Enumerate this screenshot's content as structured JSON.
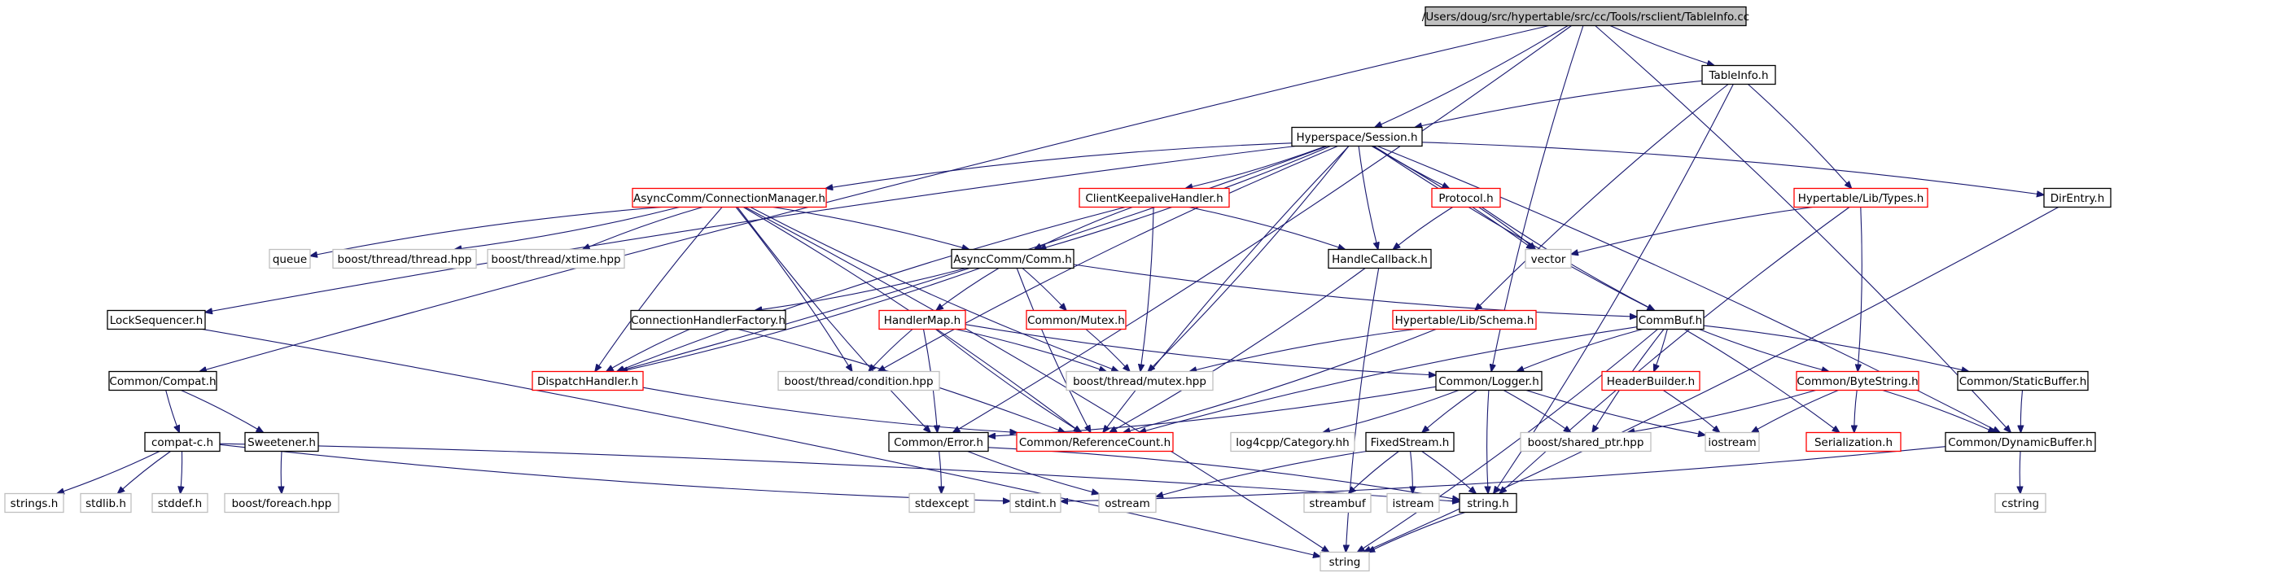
{
  "diagram": {
    "root_node": "tableinfo-cc",
    "colors": {
      "edge": "#191970",
      "root_fill": "#bfbfbf",
      "default_border": "#000000",
      "external_border": "#bfbfbf",
      "truncated_border": "#ff0000",
      "text": "#000000"
    },
    "nodes": [
      {
        "id": "tableinfo-cc",
        "label": "/Users/doug/src/hypertable/src/cc/Tools/rsclient/TableInfo.cc",
        "style": "root"
      },
      {
        "id": "tableinfo-h",
        "label": "TableInfo.h",
        "style": "default"
      },
      {
        "id": "hyperspace-session-h",
        "label": "Hyperspace/Session.h",
        "style": "default"
      },
      {
        "id": "hypertable-lib-types-h",
        "label": "Hypertable/Lib/Types.h",
        "style": "truncated"
      },
      {
        "id": "direntry-h",
        "label": "DirEntry.h",
        "style": "default"
      },
      {
        "id": "asynccomm-connectionmanager-h",
        "label": "AsyncComm/ConnectionManager.h",
        "style": "truncated"
      },
      {
        "id": "clientkeepalivehandler-h",
        "label": "ClientKeepaliveHandler.h",
        "style": "truncated"
      },
      {
        "id": "protocol-h",
        "label": "Protocol.h",
        "style": "truncated"
      },
      {
        "id": "queue",
        "label": "queue",
        "style": "external"
      },
      {
        "id": "boost-thread-thread-hpp",
        "label": "boost/thread/thread.hpp",
        "style": "external"
      },
      {
        "id": "boost-thread-xtime-hpp",
        "label": "boost/thread/xtime.hpp",
        "style": "external"
      },
      {
        "id": "asynccomm-comm-h",
        "label": "AsyncComm/Comm.h",
        "style": "default"
      },
      {
        "id": "handlecallback-h",
        "label": "HandleCallback.h",
        "style": "default"
      },
      {
        "id": "vector",
        "label": "vector",
        "style": "external"
      },
      {
        "id": "locksequencer-h",
        "label": "LockSequencer.h",
        "style": "default"
      },
      {
        "id": "connectionhandlerfactory-h",
        "label": "ConnectionHandlerFactory.h",
        "style": "default"
      },
      {
        "id": "handlermap-h",
        "label": "HandlerMap.h",
        "style": "truncated"
      },
      {
        "id": "common-mutex-h",
        "label": "Common/Mutex.h",
        "style": "truncated"
      },
      {
        "id": "hypertable-lib-schema-h",
        "label": "Hypertable/Lib/Schema.h",
        "style": "truncated"
      },
      {
        "id": "commbuf-h",
        "label": "CommBuf.h",
        "style": "default"
      },
      {
        "id": "common-compat-h",
        "label": "Common/Compat.h",
        "style": "default"
      },
      {
        "id": "dispatchhandler-h",
        "label": "DispatchHandler.h",
        "style": "truncated"
      },
      {
        "id": "boost-thread-condition-hpp",
        "label": "boost/thread/condition.hpp",
        "style": "external"
      },
      {
        "id": "boost-thread-mutex-hpp",
        "label": "boost/thread/mutex.hpp",
        "style": "external"
      },
      {
        "id": "common-logger-h",
        "label": "Common/Logger.h",
        "style": "default"
      },
      {
        "id": "headerbuilder-h",
        "label": "HeaderBuilder.h",
        "style": "truncated"
      },
      {
        "id": "common-bytestring-h",
        "label": "Common/ByteString.h",
        "style": "truncated"
      },
      {
        "id": "common-staticbuffer-h",
        "label": "Common/StaticBuffer.h",
        "style": "default"
      },
      {
        "id": "compat-c-h",
        "label": "compat-c.h",
        "style": "default"
      },
      {
        "id": "sweetener-h",
        "label": "Sweetener.h",
        "style": "default"
      },
      {
        "id": "common-error-h",
        "label": "Common/Error.h",
        "style": "default"
      },
      {
        "id": "common-referencecount-h",
        "label": "Common/ReferenceCount.h",
        "style": "truncated"
      },
      {
        "id": "log4cpp-category-hh",
        "label": "log4cpp/Category.hh",
        "style": "external"
      },
      {
        "id": "fixedstream-h",
        "label": "FixedStream.h",
        "style": "default"
      },
      {
        "id": "boost-shared-ptr-hpp",
        "label": "boost/shared_ptr.hpp",
        "style": "external"
      },
      {
        "id": "iostream",
        "label": "iostream",
        "style": "external"
      },
      {
        "id": "serialization-h",
        "label": "Serialization.h",
        "style": "truncated"
      },
      {
        "id": "common-dynamicbuffer-h",
        "label": "Common/DynamicBuffer.h",
        "style": "default"
      },
      {
        "id": "strings-h",
        "label": "strings.h",
        "style": "external"
      },
      {
        "id": "stdlib-h",
        "label": "stdlib.h",
        "style": "external"
      },
      {
        "id": "stddef-h",
        "label": "stddef.h",
        "style": "external"
      },
      {
        "id": "boost-foreach-hpp",
        "label": "boost/foreach.hpp",
        "style": "external"
      },
      {
        "id": "stdexcept",
        "label": "stdexcept",
        "style": "external"
      },
      {
        "id": "stdint-h",
        "label": "stdint.h",
        "style": "external"
      },
      {
        "id": "ostream",
        "label": "ostream",
        "style": "external"
      },
      {
        "id": "string-h",
        "label": "string.h",
        "style": "default"
      },
      {
        "id": "streambuf",
        "label": "streambuf",
        "style": "external"
      },
      {
        "id": "istream",
        "label": "istream",
        "style": "external"
      },
      {
        "id": "cstring",
        "label": "cstring",
        "style": "external"
      },
      {
        "id": "string",
        "label": "string",
        "style": "external"
      }
    ],
    "edges": [
      [
        "tableinfo-cc",
        "tableinfo-h"
      ],
      [
        "tableinfo-cc",
        "hyperspace-session-h"
      ],
      [
        "tableinfo-cc",
        "common-compat-h"
      ],
      [
        "tableinfo-cc",
        "common-error-h"
      ],
      [
        "tableinfo-cc",
        "common-logger-h"
      ],
      [
        "tableinfo-cc",
        "common-dynamicbuffer-h"
      ],
      [
        "tableinfo-h",
        "hyperspace-session-h"
      ],
      [
        "tableinfo-h",
        "hypertable-lib-types-h"
      ],
      [
        "tableinfo-h",
        "hypertable-lib-schema-h"
      ],
      [
        "tableinfo-h",
        "string-h"
      ],
      [
        "hyperspace-session-h",
        "asynccomm-connectionmanager-h"
      ],
      [
        "hyperspace-session-h",
        "clientkeepalivehandler-h"
      ],
      [
        "hyperspace-session-h",
        "protocol-h"
      ],
      [
        "hyperspace-session-h",
        "direntry-h"
      ],
      [
        "hyperspace-session-h",
        "locksequencer-h"
      ],
      [
        "hyperspace-session-h",
        "asynccomm-comm-h"
      ],
      [
        "hyperspace-session-h",
        "handlecallback-h"
      ],
      [
        "hyperspace-session-h",
        "vector"
      ],
      [
        "hyperspace-session-h",
        "commbuf-h"
      ],
      [
        "hyperspace-session-h",
        "dispatchhandler-h"
      ],
      [
        "hyperspace-session-h",
        "boost-thread-condition-hpp"
      ],
      [
        "hyperspace-session-h",
        "boost-thread-mutex-hpp"
      ],
      [
        "hyperspace-session-h",
        "common-referencecount-h"
      ],
      [
        "hyperspace-session-h",
        "common-dynamicbuffer-h"
      ],
      [
        "hypertable-lib-types-h",
        "vector"
      ],
      [
        "hypertable-lib-types-h",
        "common-bytestring-h"
      ],
      [
        "hypertable-lib-types-h",
        "string-h"
      ],
      [
        "direntry-h",
        "string"
      ],
      [
        "asynccomm-connectionmanager-h",
        "queue"
      ],
      [
        "asynccomm-connectionmanager-h",
        "boost-thread-thread-hpp"
      ],
      [
        "asynccomm-connectionmanager-h",
        "boost-thread-xtime-hpp"
      ],
      [
        "asynccomm-connectionmanager-h",
        "asynccomm-comm-h"
      ],
      [
        "asynccomm-connectionmanager-h",
        "dispatchhandler-h"
      ],
      [
        "asynccomm-connectionmanager-h",
        "boost-thread-condition-hpp"
      ],
      [
        "asynccomm-connectionmanager-h",
        "boost-thread-mutex-hpp"
      ],
      [
        "asynccomm-connectionmanager-h",
        "common-referencecount-h"
      ],
      [
        "asynccomm-connectionmanager-h",
        "common-error-h"
      ],
      [
        "asynccomm-connectionmanager-h",
        "string"
      ],
      [
        "clientkeepalivehandler-h",
        "asynccomm-comm-h"
      ],
      [
        "clientkeepalivehandler-h",
        "handlecallback-h"
      ],
      [
        "clientkeepalivehandler-h",
        "dispatchhandler-h"
      ],
      [
        "clientkeepalivehandler-h",
        "boost-thread-mutex-hpp"
      ],
      [
        "protocol-h",
        "handlecallback-h"
      ],
      [
        "protocol-h",
        "vector"
      ],
      [
        "protocol-h",
        "commbuf-h"
      ],
      [
        "asynccomm-comm-h",
        "connectionhandlerfactory-h"
      ],
      [
        "asynccomm-comm-h",
        "handlermap-h"
      ],
      [
        "asynccomm-comm-h",
        "common-mutex-h"
      ],
      [
        "asynccomm-comm-h",
        "commbuf-h"
      ],
      [
        "asynccomm-comm-h",
        "dispatchhandler-h"
      ],
      [
        "asynccomm-comm-h",
        "common-referencecount-h"
      ],
      [
        "handlecallback-h",
        "common-referencecount-h"
      ],
      [
        "handlecallback-h",
        "string"
      ],
      [
        "locksequencer-h",
        "string"
      ],
      [
        "connectionhandlerfactory-h",
        "dispatchhandler-h"
      ],
      [
        "connectionhandlerfactory-h",
        "common-referencecount-h"
      ],
      [
        "handlermap-h",
        "boost-thread-condition-hpp"
      ],
      [
        "handlermap-h",
        "boost-thread-mutex-hpp"
      ],
      [
        "handlermap-h",
        "common-logger-h"
      ],
      [
        "handlermap-h",
        "common-error-h"
      ],
      [
        "handlermap-h",
        "common-referencecount-h"
      ],
      [
        "common-mutex-h",
        "boost-thread-mutex-hpp"
      ],
      [
        "hypertable-lib-schema-h",
        "boost-thread-mutex-hpp"
      ],
      [
        "hypertable-lib-schema-h",
        "common-referencecount-h"
      ],
      [
        "commbuf-h",
        "common-logger-h"
      ],
      [
        "commbuf-h",
        "headerbuilder-h"
      ],
      [
        "commbuf-h",
        "common-bytestring-h"
      ],
      [
        "commbuf-h",
        "common-staticbuffer-h"
      ],
      [
        "commbuf-h",
        "boost-shared-ptr-hpp"
      ],
      [
        "commbuf-h",
        "serialization-h"
      ],
      [
        "commbuf-h",
        "common-referencecount-h"
      ],
      [
        "commbuf-h",
        "string"
      ],
      [
        "common-compat-h",
        "compat-c-h"
      ],
      [
        "common-compat-h",
        "sweetener-h"
      ],
      [
        "dispatchhandler-h",
        "common-referencecount-h"
      ],
      [
        "common-logger-h",
        "log4cpp-category-hh"
      ],
      [
        "common-logger-h",
        "fixedstream-h"
      ],
      [
        "common-logger-h",
        "boost-shared-ptr-hpp"
      ],
      [
        "common-logger-h",
        "iostream"
      ],
      [
        "common-logger-h",
        "common-error-h"
      ],
      [
        "common-logger-h",
        "string-h"
      ],
      [
        "headerbuilder-h",
        "iostream"
      ],
      [
        "common-bytestring-h",
        "serialization-h"
      ],
      [
        "common-bytestring-h",
        "common-dynamicbuffer-h"
      ],
      [
        "common-bytestring-h",
        "iostream"
      ],
      [
        "common-bytestring-h",
        "boost-shared-ptr-hpp"
      ],
      [
        "common-staticbuffer-h",
        "common-dynamicbuffer-h"
      ],
      [
        "compat-c-h",
        "strings-h"
      ],
      [
        "compat-c-h",
        "stdlib-h"
      ],
      [
        "compat-c-h",
        "stddef-h"
      ],
      [
        "compat-c-h",
        "stdint-h"
      ],
      [
        "compat-c-h",
        "string-h"
      ],
      [
        "sweetener-h",
        "boost-foreach-hpp"
      ],
      [
        "common-error-h",
        "stdexcept"
      ],
      [
        "common-error-h",
        "ostream"
      ],
      [
        "common-error-h",
        "string-h"
      ],
      [
        "fixedstream-h",
        "streambuf"
      ],
      [
        "fixedstream-h",
        "istream"
      ],
      [
        "fixedstream-h",
        "ostream"
      ],
      [
        "fixedstream-h",
        "string-h"
      ],
      [
        "common-dynamicbuffer-h",
        "cstring"
      ],
      [
        "common-dynamicbuffer-h",
        "stdint-h"
      ],
      [
        "string-h",
        "string"
      ]
    ]
  }
}
